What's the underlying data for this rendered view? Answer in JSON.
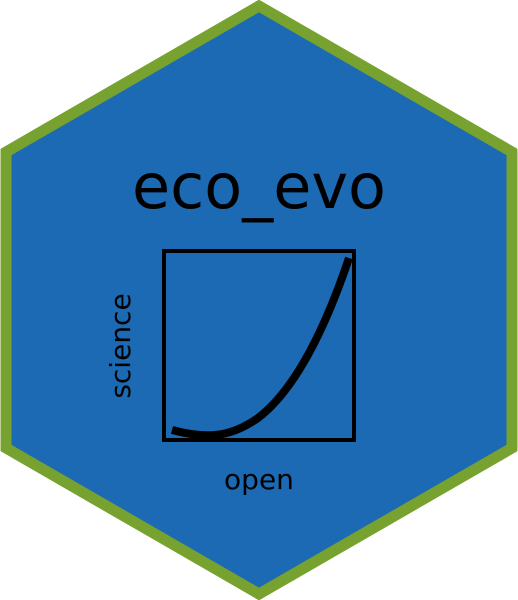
{
  "sticker": {
    "title": "eco_evo",
    "xlabel": "open",
    "ylabel": "science",
    "colors": {
      "fill": "#1b6ab3",
      "border": "#78a22f",
      "ink": "#000000"
    }
  }
}
